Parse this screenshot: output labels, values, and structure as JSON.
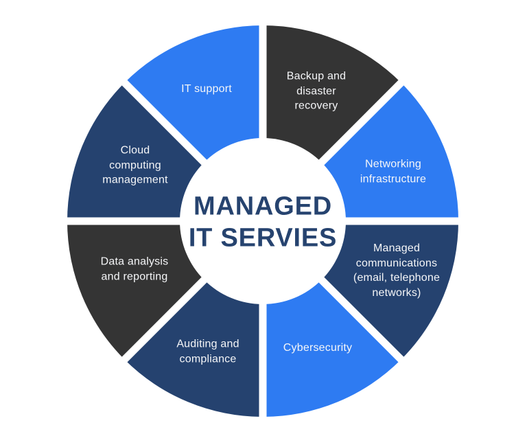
{
  "center": {
    "title": "MANAGED\nIT SERVIES"
  },
  "colors": {
    "blue": "#2e7bf2",
    "navy": "#25426f",
    "dark": "#343434",
    "background": "#ffffff",
    "separator": "#ffffff",
    "label_text": "#f5f6f8",
    "title_text": "#26436f"
  },
  "chart_data": {
    "type": "pie",
    "title": "MANAGED IT SERVIES",
    "legend_position": "none",
    "start_angle_deg_from_top": 0,
    "direction": "clockwise",
    "segments": [
      {
        "id": "backup",
        "label": "Backup and\ndisaster\nrecovery",
        "value": 1,
        "color_key": "dark"
      },
      {
        "id": "networking",
        "label": "Networking\ninfrastructure",
        "value": 1,
        "color_key": "blue"
      },
      {
        "id": "managed-comms",
        "label": "Managed\ncommunications\n(email, telephone\nnetworks)",
        "value": 1,
        "color_key": "navy"
      },
      {
        "id": "cybersecurity",
        "label": "Cybersecurity",
        "value": 1,
        "color_key": "blue"
      },
      {
        "id": "auditing",
        "label": "Auditing and\ncompliance",
        "value": 1,
        "color_key": "navy"
      },
      {
        "id": "data-analysis",
        "label": "Data analysis\nand reporting",
        "value": 1,
        "color_key": "dark"
      },
      {
        "id": "cloud",
        "label": "Cloud\ncomputing\nmanagement",
        "value": 1,
        "color_key": "navy"
      },
      {
        "id": "it-support",
        "label": "IT support",
        "value": 1,
        "color_key": "blue"
      }
    ]
  }
}
